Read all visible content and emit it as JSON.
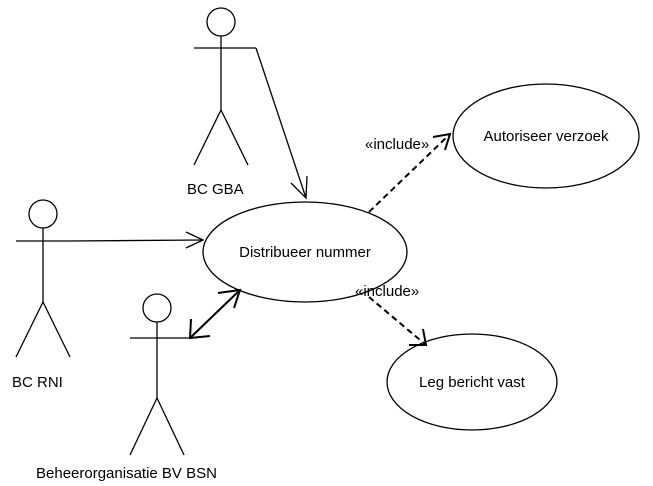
{
  "actors": {
    "gba": "BC GBA",
    "rni": "BC RNI",
    "beheer": "Beheerorganisatie BV BSN"
  },
  "use_cases": {
    "distribueer": "Distribueer nummer",
    "autoriseer": "Autoriseer verzoek",
    "leg": "Leg bericht vast"
  },
  "relations": {
    "include_1": "«include»",
    "include_2": "«include»"
  }
}
